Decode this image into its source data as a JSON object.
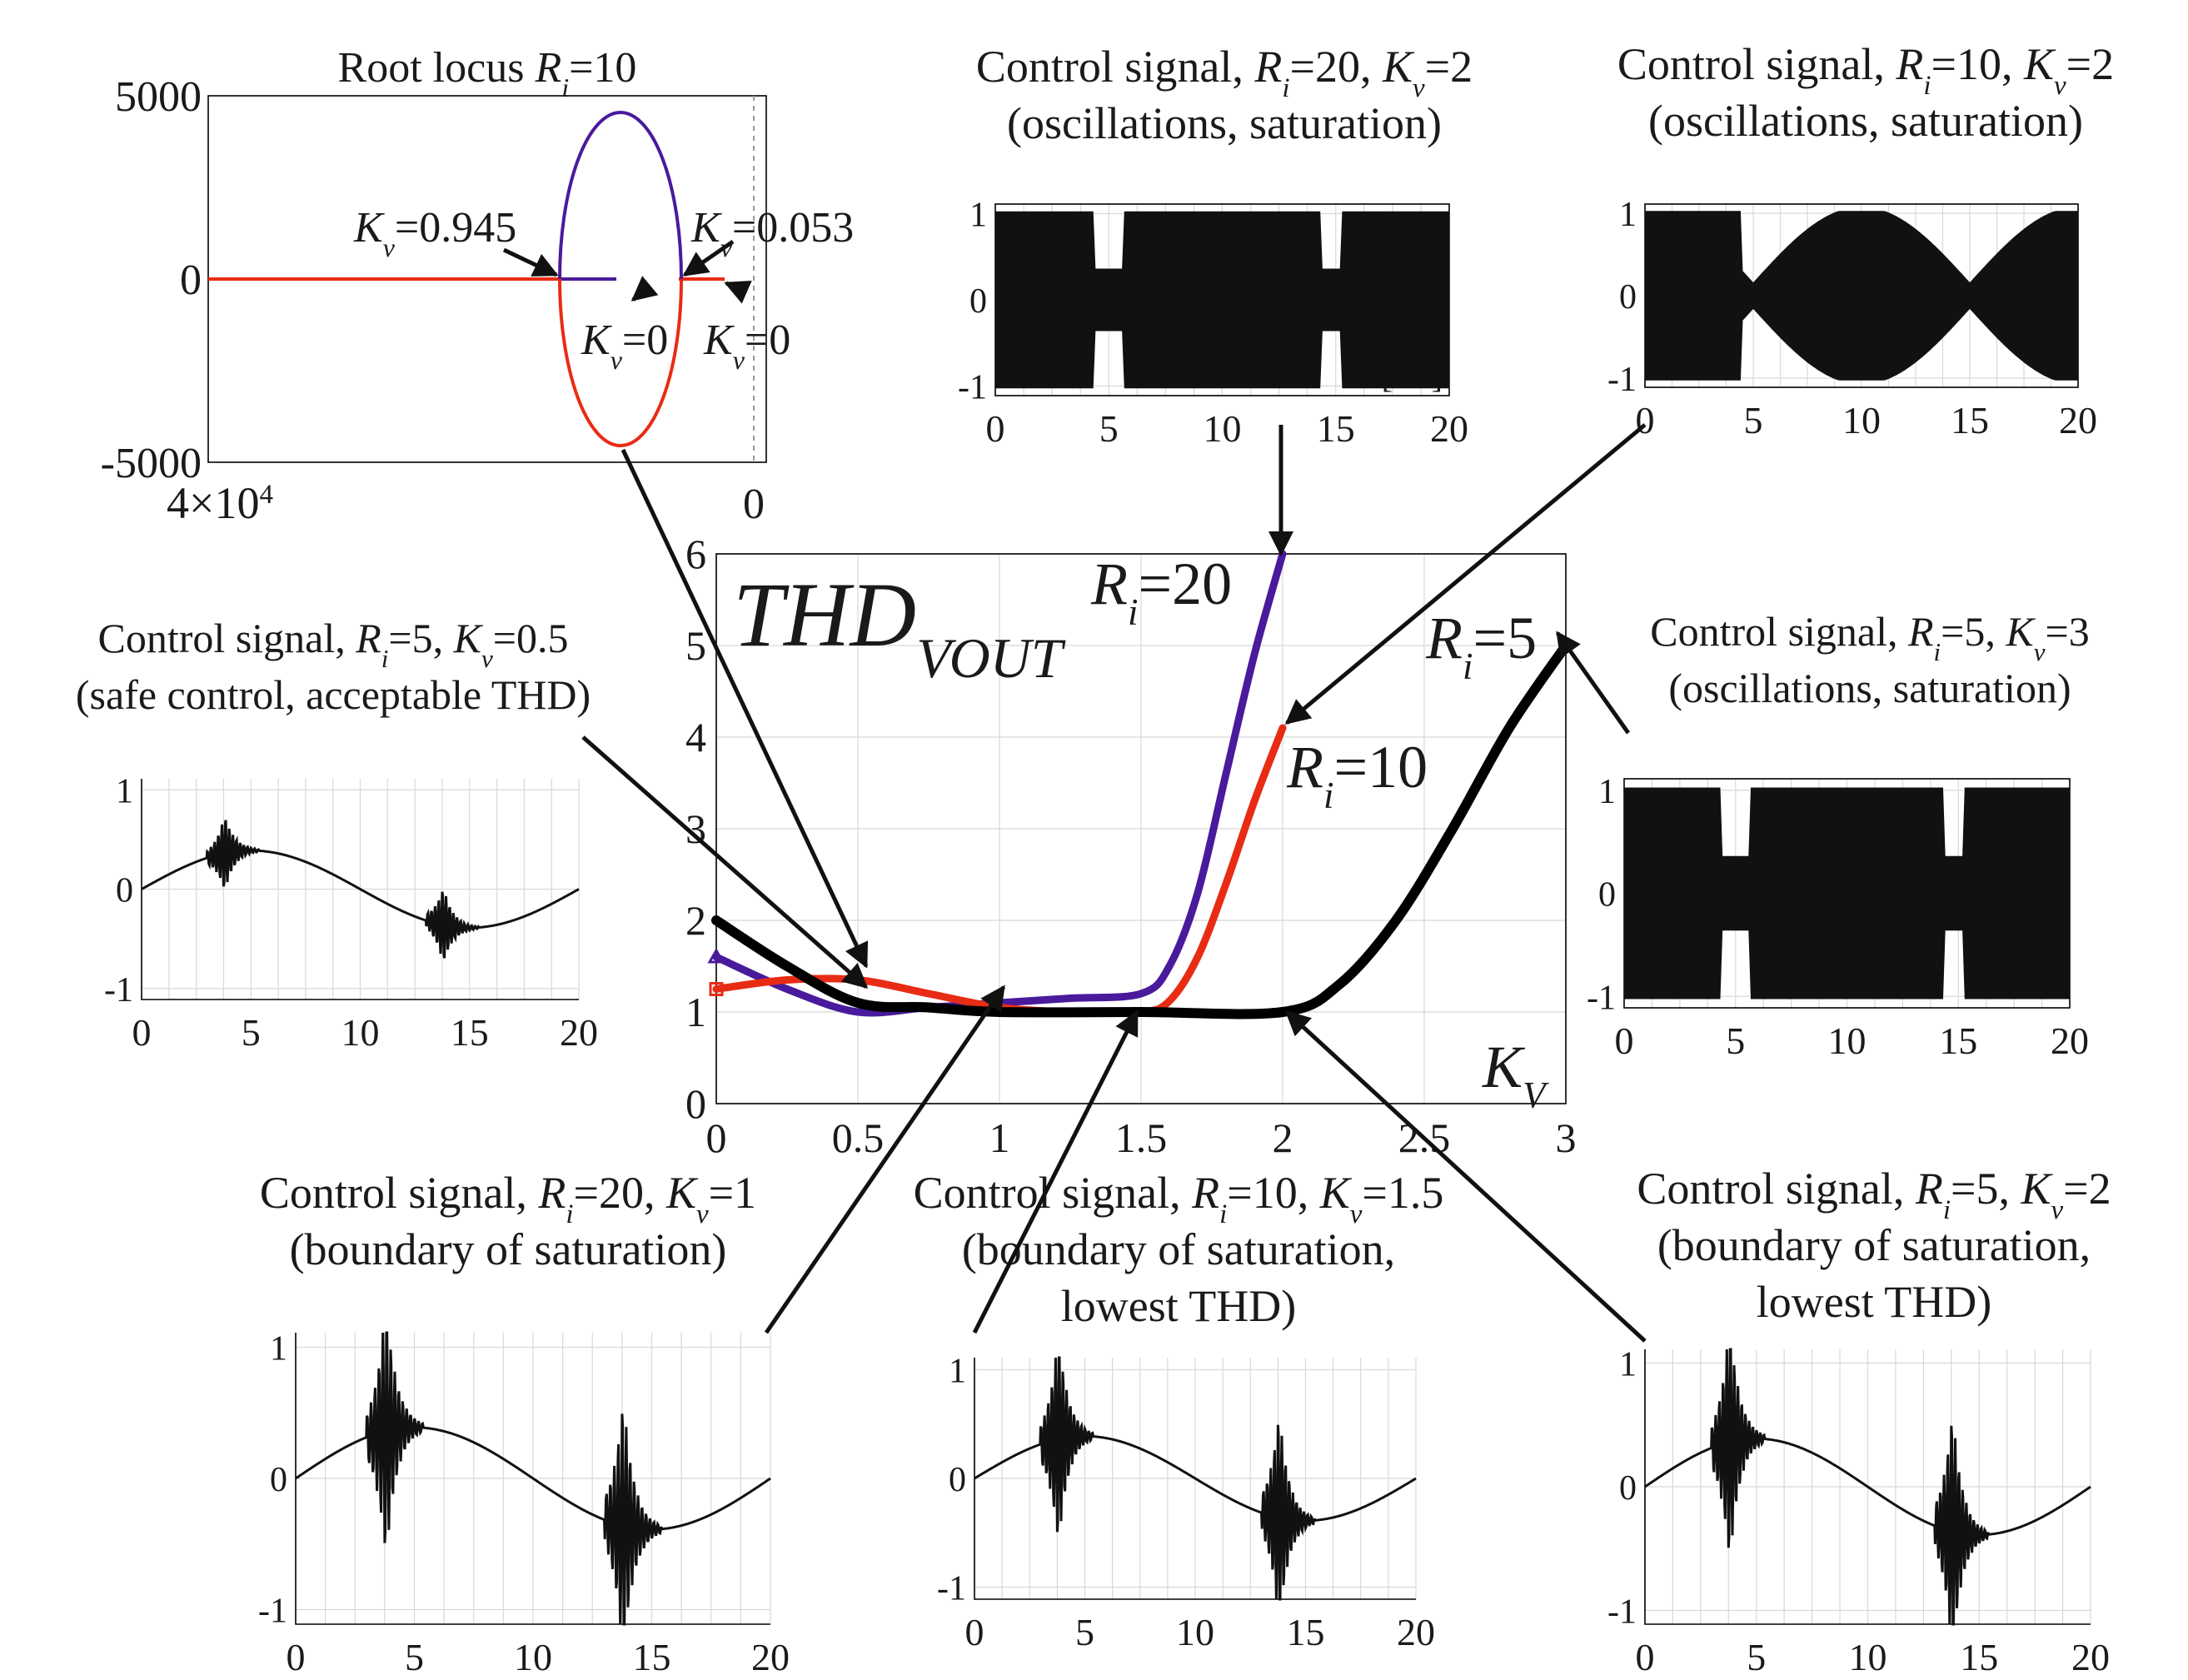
{
  "chart_data": [
    {
      "id": "main",
      "type": "line",
      "title_main": "THD",
      "title_sub": "VOUT",
      "xlabel_main": "K",
      "xlabel_sub": "V",
      "xlim": [
        0,
        3
      ],
      "ylim": [
        0,
        6
      ],
      "x_ticks": [
        "0",
        "0.5",
        "1",
        "1.5",
        "2",
        "2.5",
        "3"
      ],
      "y_ticks": [
        "0",
        "1",
        "2",
        "3",
        "4",
        "5",
        "6"
      ],
      "grid": true,
      "series": [
        {
          "label_main": "R",
          "label_sub": "i",
          "label_rest": "=20",
          "color": "#4a1a9c",
          "x": [
            0,
            0.25,
            0.5,
            0.75,
            1.0,
            1.25,
            1.5,
            1.6,
            1.7,
            1.8,
            1.9,
            2.0
          ],
          "y": [
            1.6,
            1.25,
            1.0,
            1.05,
            1.1,
            1.15,
            1.2,
            1.5,
            2.3,
            3.6,
            4.9,
            6.0
          ]
        },
        {
          "label_main": "R",
          "label_sub": "i",
          "label_rest": "=10",
          "color": "#e82c14",
          "x": [
            0,
            0.25,
            0.5,
            0.75,
            1.0,
            1.25,
            1.5,
            1.6,
            1.7,
            1.8,
            1.9,
            2.0
          ],
          "y": [
            1.25,
            1.35,
            1.35,
            1.2,
            1.05,
            1.0,
            1.0,
            1.12,
            1.6,
            2.4,
            3.3,
            4.1
          ]
        },
        {
          "label_main": "R",
          "label_sub": "i",
          "label_rest": "=5",
          "color": "#000000",
          "x": [
            0,
            0.25,
            0.5,
            0.75,
            1.0,
            1.5,
            2.0,
            2.2,
            2.4,
            2.6,
            2.8,
            3.0
          ],
          "y": [
            2.0,
            1.5,
            1.1,
            1.05,
            1.0,
            1.0,
            1.0,
            1.3,
            2.0,
            3.0,
            4.1,
            5.0
          ]
        }
      ]
    },
    {
      "id": "root_locus",
      "type": "line",
      "title_main": "Root locus ",
      "title_sym": "R",
      "title_sub": "i",
      "title_rest": "=10",
      "x_ticks": [
        "4×10",
        "4",
        "0"
      ],
      "y_ticks": [
        "5000",
        "0",
        "-5000"
      ],
      "xlim": [
        -40000,
        0
      ],
      "ylim": [
        -5000,
        5000
      ],
      "annotations": [
        {
          "sym": "K",
          "sub": "v",
          "rest": "=0.945"
        },
        {
          "sym": "K",
          "sub": "v",
          "rest": "=0.053"
        },
        {
          "sym": "K",
          "sub": "v",
          "rest": "=0"
        },
        {
          "sym": "K",
          "sub": "v",
          "rest": "=0"
        }
      ]
    },
    {
      "id": "sig_20_2",
      "type": "line",
      "line1_pre": "Control signal, ",
      "Ri": "20",
      "Kv": "2",
      "line2": "(oscillations, saturation)",
      "x_ticks": [
        "0",
        "5",
        "10",
        "15",
        "20"
      ],
      "y_ticks": [
        "1",
        "0",
        "-1"
      ],
      "unit": "[ms]",
      "xlim": [
        0,
        20
      ],
      "ylim": [
        -1,
        1
      ]
    },
    {
      "id": "sig_10_2",
      "type": "line",
      "line1_pre": "Control signal, ",
      "Ri": "10",
      "Kv": "2",
      "line2": "(oscillations, saturation)",
      "x_ticks": [
        "0",
        "5",
        "10",
        "15",
        "20"
      ],
      "y_ticks": [
        "1",
        "0",
        "-1"
      ],
      "xlim": [
        0,
        20
      ],
      "ylim": [
        -1,
        1
      ]
    },
    {
      "id": "sig_5_05",
      "type": "line",
      "line1_pre": "Control signal, ",
      "Ri": "5",
      "Kv": "0.5",
      "line2": "(safe control, acceptable THD)",
      "x_ticks": [
        "0",
        "5",
        "10",
        "15",
        "20"
      ],
      "y_ticks": [
        "1",
        "0",
        "-1"
      ],
      "xlim": [
        0,
        20
      ],
      "ylim": [
        -1,
        1
      ]
    },
    {
      "id": "sig_5_3",
      "type": "line",
      "line1_pre": "Control signal, ",
      "Ri": "5",
      "Kv": "3",
      "line2": "(oscillations, saturation)",
      "x_ticks": [
        "0",
        "5",
        "10",
        "15",
        "20"
      ],
      "y_ticks": [
        "1",
        "0",
        "-1"
      ],
      "xlim": [
        0,
        20
      ],
      "ylim": [
        -1,
        1
      ]
    },
    {
      "id": "sig_20_1",
      "type": "line",
      "line1_pre": "Control signal, ",
      "Ri": "20",
      "Kv": "1",
      "line2": "(boundary of saturation)",
      "x_ticks": [
        "0",
        "5",
        "10",
        "15",
        "20"
      ],
      "y_ticks": [
        "1",
        "0",
        "-1"
      ],
      "xlim": [
        0,
        20
      ],
      "ylim": [
        -1,
        1
      ]
    },
    {
      "id": "sig_10_15",
      "type": "line",
      "line1_pre": "Control signal, ",
      "Ri": "10",
      "Kv": "1.5",
      "line2": "(boundary of saturation,",
      "line3": "lowest THD)",
      "x_ticks": [
        "0",
        "5",
        "10",
        "15",
        "20"
      ],
      "y_ticks": [
        "1",
        "0",
        "-1"
      ],
      "xlim": [
        0,
        20
      ],
      "ylim": [
        -1,
        1
      ]
    },
    {
      "id": "sig_5_2",
      "type": "line",
      "line1_pre": "Control signal, ",
      "Ri": "5",
      "Kv": "2",
      "line2": "(boundary of saturation,",
      "line3": "lowest THD)",
      "x_ticks": [
        "0",
        "5",
        "10",
        "15",
        "20"
      ],
      "y_ticks": [
        "1",
        "0",
        "-1"
      ],
      "xlim": [
        0,
        20
      ],
      "ylim": [
        -1,
        1
      ]
    }
  ]
}
